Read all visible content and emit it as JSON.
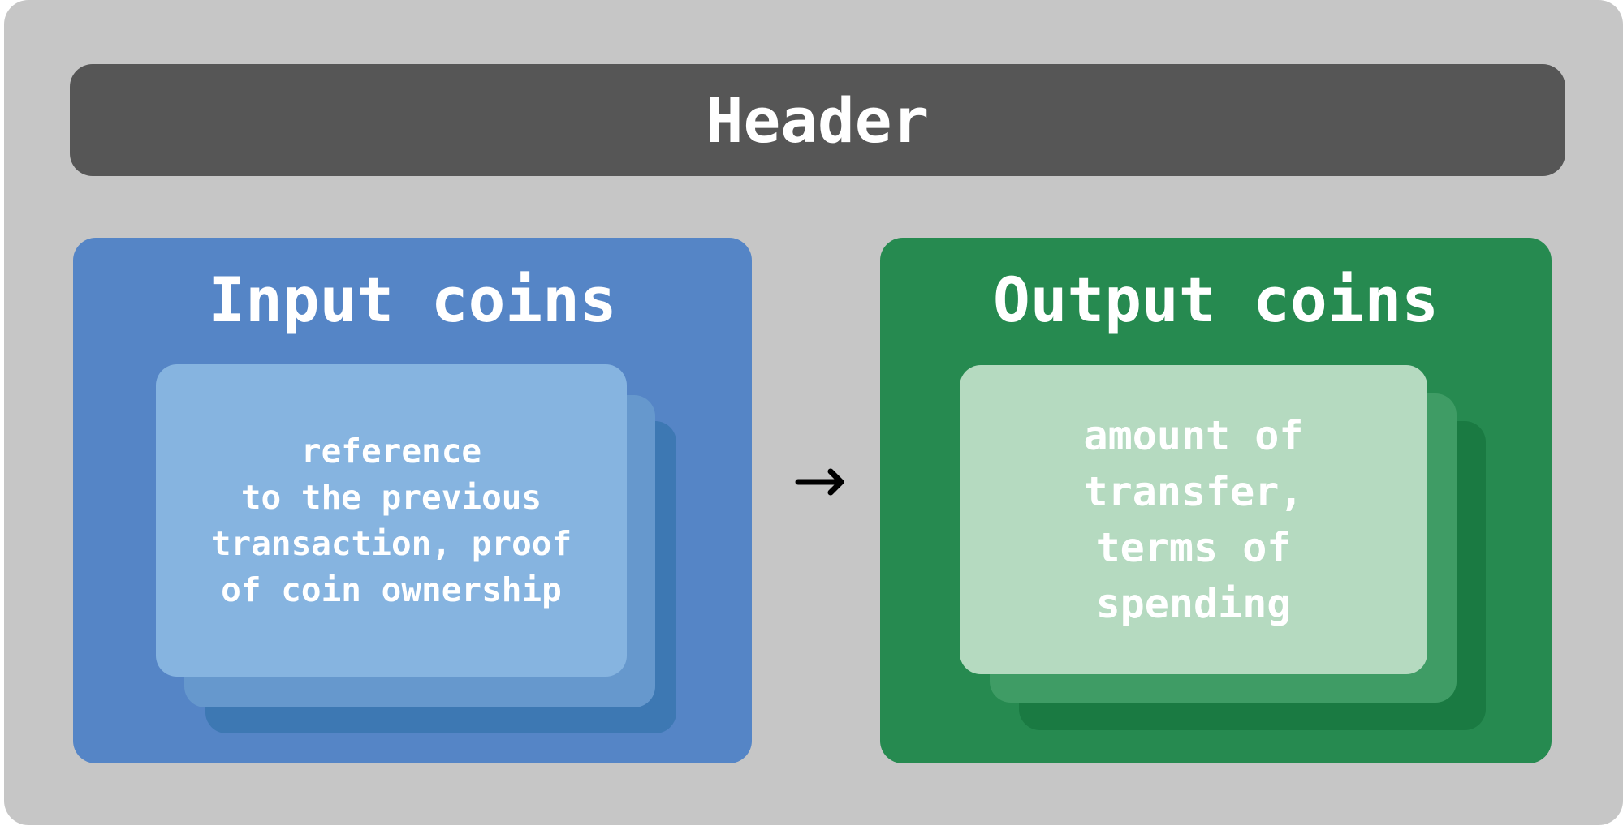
{
  "header": {
    "title": "Header"
  },
  "input": {
    "title": "Input coins",
    "card_text": "reference\nto the previous\ntransaction, proof\nof coin ownership"
  },
  "output": {
    "title": "Output coins",
    "card_text": "amount of\ntransfer,\nterms of\nspending"
  },
  "arrow": {
    "icon": "right-arrow-icon"
  },
  "colors": {
    "background": "#c6c6c6",
    "header": "#565656",
    "input_panel": "#5585c6",
    "input_card": "#86b4e0",
    "output_panel": "#268a50",
    "output_card": "#b5dac0"
  }
}
